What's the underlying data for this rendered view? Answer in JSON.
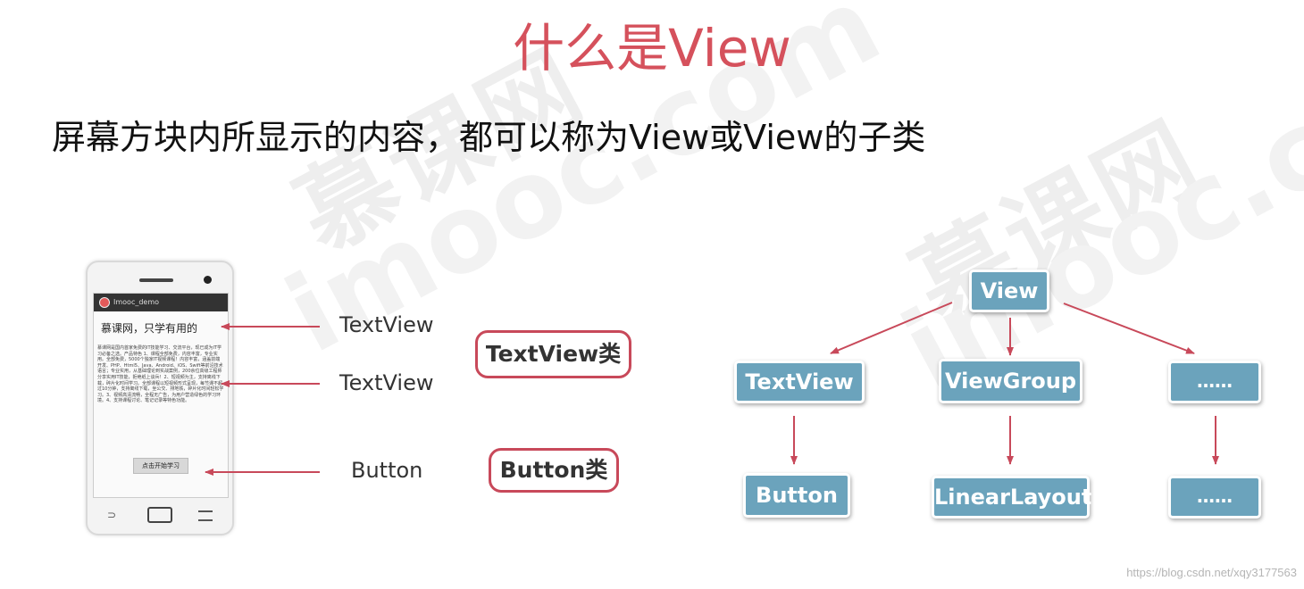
{
  "watermark": {
    "cn": "慕课网",
    "en": "imooc.com"
  },
  "title": "什么是View",
  "subtitle": "屏幕方块内所显示的内容，都可以称为View或View的子类",
  "phone": {
    "app_name": "Imooc_demo",
    "heading": "慕课网，只学有用的",
    "body_text": "慕课网是国内首家免费的IT技能学习、交流平台，现已成为IT学习必备之选。产品特色 1、课程全部免费，内容丰富，专业实用。全部免费，5000个独家IT视频课程！内容丰富，涵盖前端开发、PHP、Html5、Java、Android、iOS、Swift等前沿技术语言；专业实用，从基础理论到实战案例，200余位高级工程师分享实用IT技能，拒绝纸上谈兵！2、短视频为主，支持离线下载，碎片化时间学习。全部课程以短视频形式呈现，每节课不超过10分钟，支持离线下载，坐公交、排地铁，碎片化时间轻松学习。3、视频高清流畅，全程无广告，为用户营造绿色的学习环境。4、支持课程讨论、笔记记录等特色功能。",
    "button_label": "点击开始学习"
  },
  "callouts": {
    "label_1": "TextView",
    "label_2": "TextView",
    "label_3": "Button",
    "pill_textview": "TextView类",
    "pill_button": "Button类"
  },
  "tree": {
    "root": "View",
    "level1": [
      "TextView",
      "ViewGroup",
      "……"
    ],
    "level2": [
      "Button",
      "LinearLayout",
      "……"
    ]
  },
  "colors": {
    "title": "#d5515c",
    "node": "#6ba3bc",
    "arrow": "#c8495a",
    "pill_border": "#c8495a"
  },
  "footer_url": "https://blog.csdn.net/xqy3177563"
}
